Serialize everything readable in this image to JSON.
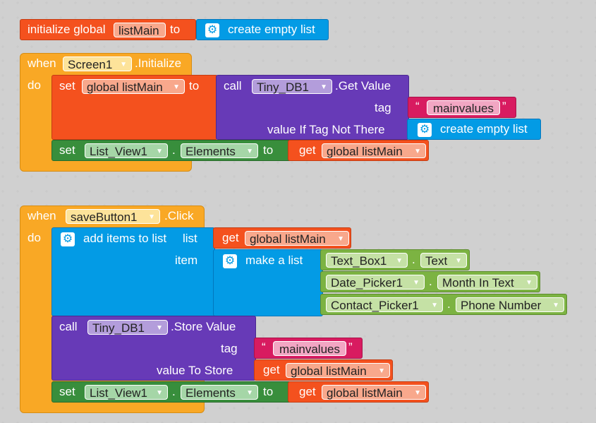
{
  "block1": {
    "init": "initialize global",
    "var": "listMain",
    "to": "to",
    "create": "create empty list"
  },
  "block2": {
    "when": "when",
    "component": "Screen1",
    "event": ".Initialize",
    "do": "do",
    "set": "set",
    "setvar": "global listMain",
    "to": "to",
    "call": "call",
    "db": "Tiny_DB1",
    "method": ".Get Value",
    "tag_label": "tag",
    "tag_value": "mainvalues",
    "value_label": "value If Tag Not There",
    "create": "create empty list",
    "set2": "set",
    "lv": "List_View1",
    "dot": ".",
    "prop": "Elements",
    "to2": "to",
    "get": "get",
    "getvar": "global listMain"
  },
  "block3": {
    "when": "when",
    "component": "saveButton1",
    "event": ".Click",
    "do": "do",
    "add": "add items to list",
    "list_label": "list",
    "get": "get",
    "getvar": "global listMain",
    "item_label": "item",
    "make": "make a list",
    "tb": "Text_Box1",
    "tb_prop": "Text",
    "dp": "Date_Picker1",
    "dp_prop": "Month In Text",
    "cp": "Contact_Picker1",
    "cp_prop": "Phone Number",
    "dot": ".",
    "call": "call",
    "db": "Tiny_DB1",
    "store": ".Store Value",
    "tag_label": "tag",
    "tag_value": "mainvalues",
    "vts_label": "value To Store",
    "get2": "get",
    "getvar2": "global listMain",
    "set": "set",
    "lv": "List_View1",
    "prop": "Elements",
    "to": "to",
    "get3": "get",
    "getvar3": "global listMain"
  },
  "colors": {
    "orange_event": "#F9A825",
    "variable": "#F4511E",
    "list_blue": "#039BE5",
    "tinydb_purple": "#673AB7",
    "component_green": "#388E3C",
    "property_green": "#7CB342",
    "text_magenta": "#D81B60"
  },
  "icons": {
    "mutator": "gear-icon",
    "dropdown": "chevron-down-icon"
  }
}
